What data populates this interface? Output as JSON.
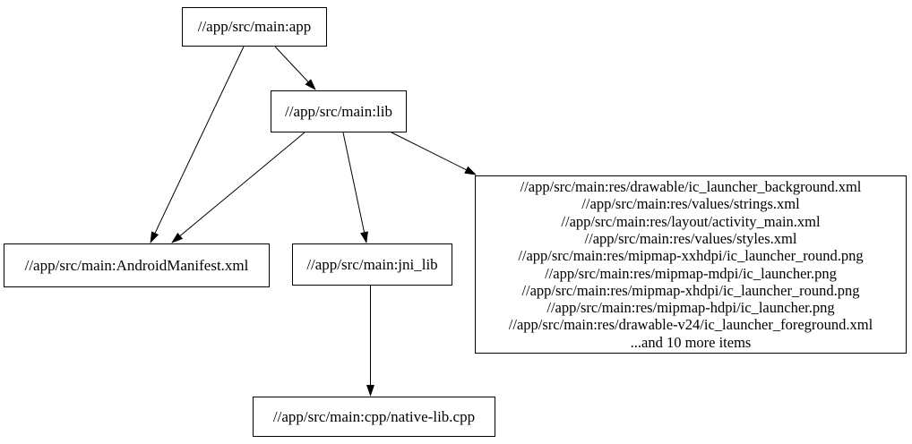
{
  "graph": {
    "type": "dependency-graph",
    "background_color": "#ffffff",
    "node_border_color": "#000000",
    "edge_color": "#000000",
    "text_color": "#000000",
    "nodes": {
      "app": {
        "label": "//app/src/main:app"
      },
      "lib": {
        "label": "//app/src/main:lib"
      },
      "android_manifest": {
        "label": "//app/src/main:AndroidManifest.xml"
      },
      "jni_lib": {
        "label": "//app/src/main:jni_lib"
      },
      "res_group": {
        "lines": [
          "//app/src/main:res/drawable/ic_launcher_background.xml",
          "//app/src/main:res/values/strings.xml",
          "//app/src/main:res/layout/activity_main.xml",
          "//app/src/main:res/values/styles.xml",
          "//app/src/main:res/mipmap-xxhdpi/ic_launcher_round.png",
          "//app/src/main:res/mipmap-mdpi/ic_launcher.png",
          "//app/src/main:res/mipmap-xhdpi/ic_launcher_round.png",
          "//app/src/main:res/mipmap-hdpi/ic_launcher.png",
          "//app/src/main:res/drawable-v24/ic_launcher_foreground.xml",
          "...and 10 more items"
        ]
      },
      "native_lib": {
        "label": "//app/src/main:cpp/native-lib.cpp"
      }
    },
    "edges": [
      {
        "from": "app",
        "to": "lib"
      },
      {
        "from": "app",
        "to": "android_manifest"
      },
      {
        "from": "lib",
        "to": "android_manifest"
      },
      {
        "from": "lib",
        "to": "jni_lib"
      },
      {
        "from": "lib",
        "to": "res_group"
      },
      {
        "from": "jni_lib",
        "to": "native_lib"
      }
    ]
  }
}
